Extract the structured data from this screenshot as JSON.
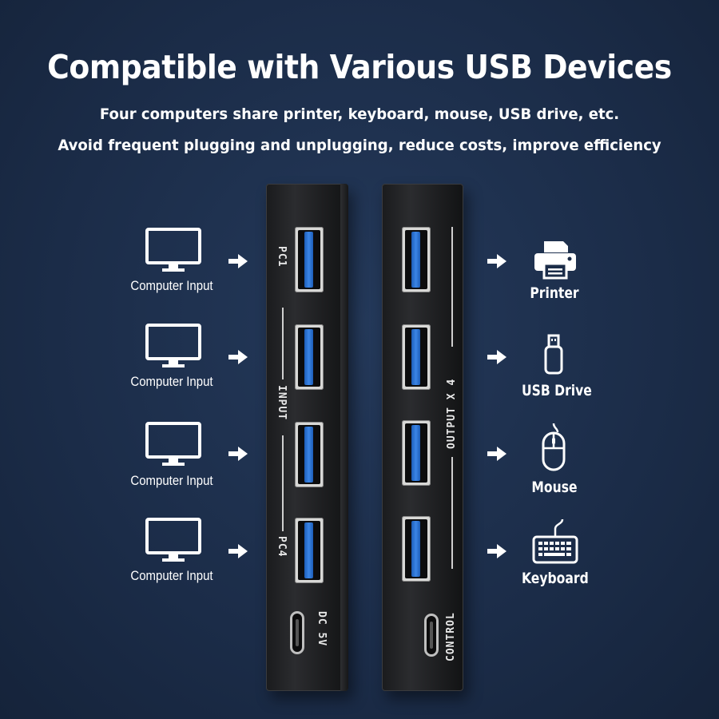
{
  "heading": {
    "title": "Compatible with Various USB Devices",
    "line1": "Four computers share printer, keyboard, mouse, USB drive, etc.",
    "line2": "Avoid frequent plugging and unplugging, reduce costs, improve efficiency"
  },
  "inputs": [
    {
      "label": "Computer Input",
      "icon": "monitor-icon"
    },
    {
      "label": "Computer Input",
      "icon": "monitor-icon"
    },
    {
      "label": "Computer Input",
      "icon": "monitor-icon"
    },
    {
      "label": "Computer Input",
      "icon": "monitor-icon"
    }
  ],
  "outputs": [
    {
      "label": "Printer",
      "icon": "printer-icon"
    },
    {
      "label": "USB Drive",
      "icon": "usb-drive-icon"
    },
    {
      "label": "Mouse",
      "icon": "mouse-icon"
    },
    {
      "label": "Keyboard",
      "icon": "keyboard-icon"
    }
  ],
  "device": {
    "pc1": "PC1",
    "input": "INPUT",
    "pc4": "PC4",
    "dc": "DC 5V",
    "output": "OUTPUT X 4",
    "control": "CONTROL"
  },
  "colors": {
    "background": "#1b2c48",
    "port_blue": "#3b86e6",
    "device_body": "#1d1e20"
  }
}
